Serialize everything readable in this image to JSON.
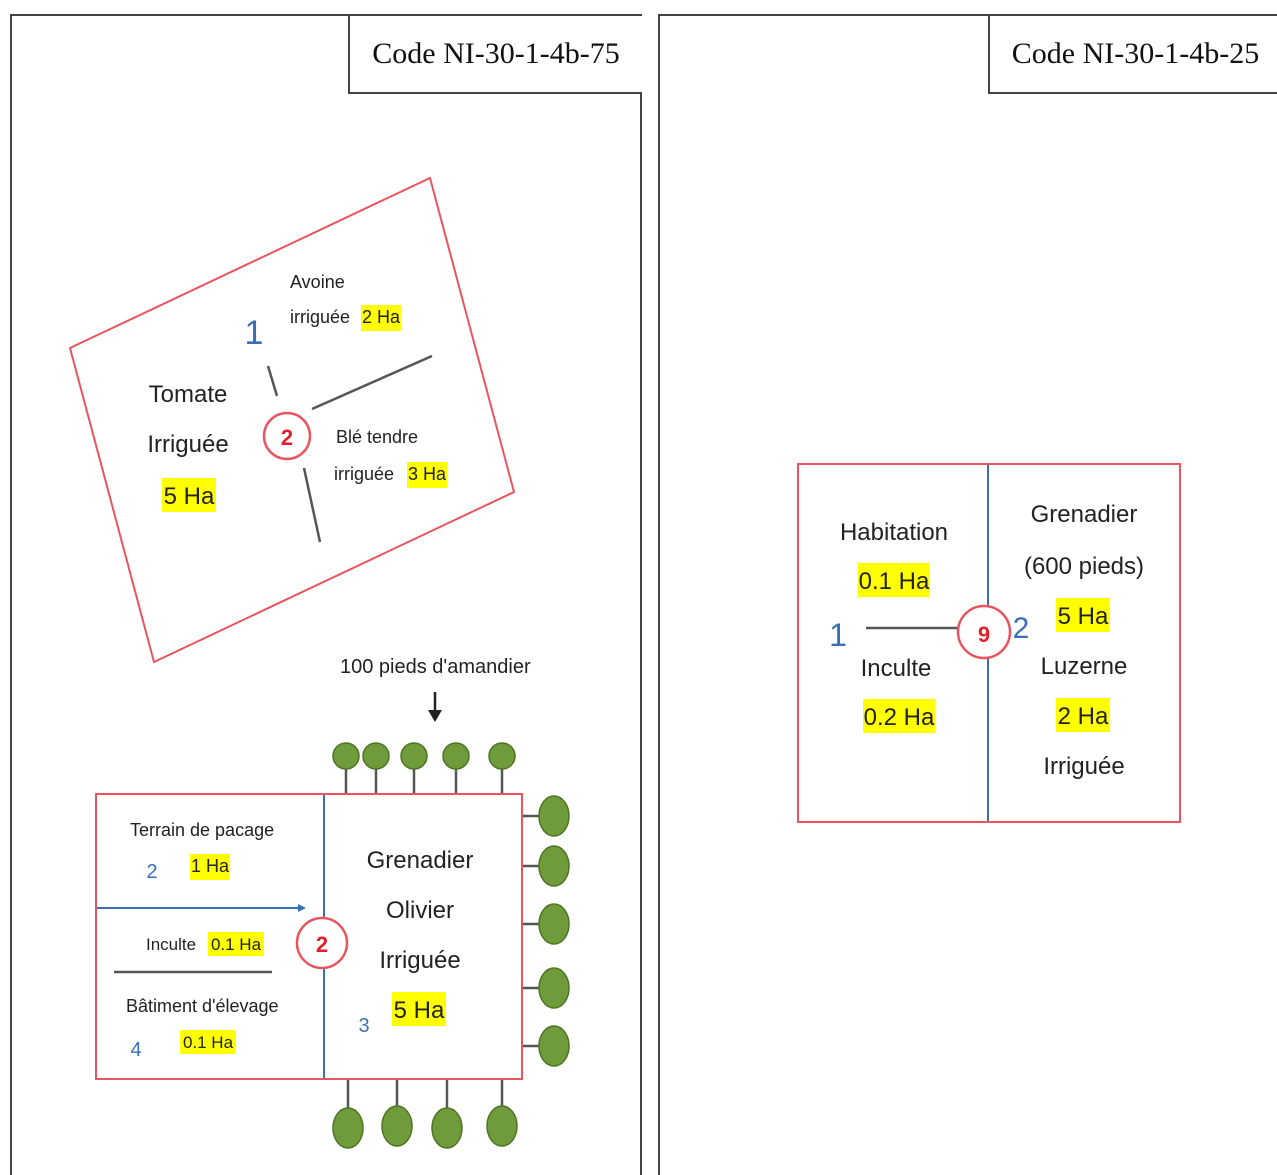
{
  "left_panel": {
    "code": "Code NI-30-1-4b-75",
    "plot1": {
      "parcel_number": "1",
      "center_count": "2",
      "tomate": {
        "line1": "Tomate",
        "line2": "Irriguée",
        "area": "5 Ha"
      },
      "avoine": {
        "line1": "Avoine",
        "line2": "irriguée",
        "area": "2 Ha"
      },
      "ble": {
        "line1": "Blé tendre",
        "line2": "irriguée",
        "area": "3 Ha"
      }
    },
    "amandier_label": "100 pieds d'amandier",
    "plot2": {
      "center_count": "2",
      "pacage": {
        "label": "Terrain de pacage",
        "number": "2",
        "area": "1 Ha"
      },
      "inculte": {
        "label": "Inculte",
        "area": "0.1 Ha"
      },
      "batiment": {
        "label": "Bâtiment d'élevage",
        "number": "4",
        "area": "0.1 Ha"
      },
      "verger": {
        "line1": "Grenadier",
        "line2": "Olivier",
        "line3": "Irriguée",
        "number": "3",
        "area": "5 Ha"
      }
    }
  },
  "right_panel": {
    "code": "Code NI-30-1-4b-25",
    "center_count": "9",
    "left_number": "1",
    "right_number": "2",
    "habitation": {
      "label": "Habitation",
      "area": "0.1 Ha"
    },
    "inculte": {
      "label": "Inculte",
      "area": "0.2 Ha"
    },
    "grenadier": {
      "line1": "Grenadier",
      "line2": "(600 pieds)",
      "area": "5 Ha"
    },
    "luzerne": {
      "line1": "Luzerne",
      "area": "2 Ha",
      "line2": "Irriguée"
    }
  },
  "colors": {
    "plot_border": "#e8555f",
    "center_circle": "#e0202a",
    "highlight": "#ffff00",
    "parcel_number": "#3a6fb5",
    "tree": "#6f9b3a"
  }
}
